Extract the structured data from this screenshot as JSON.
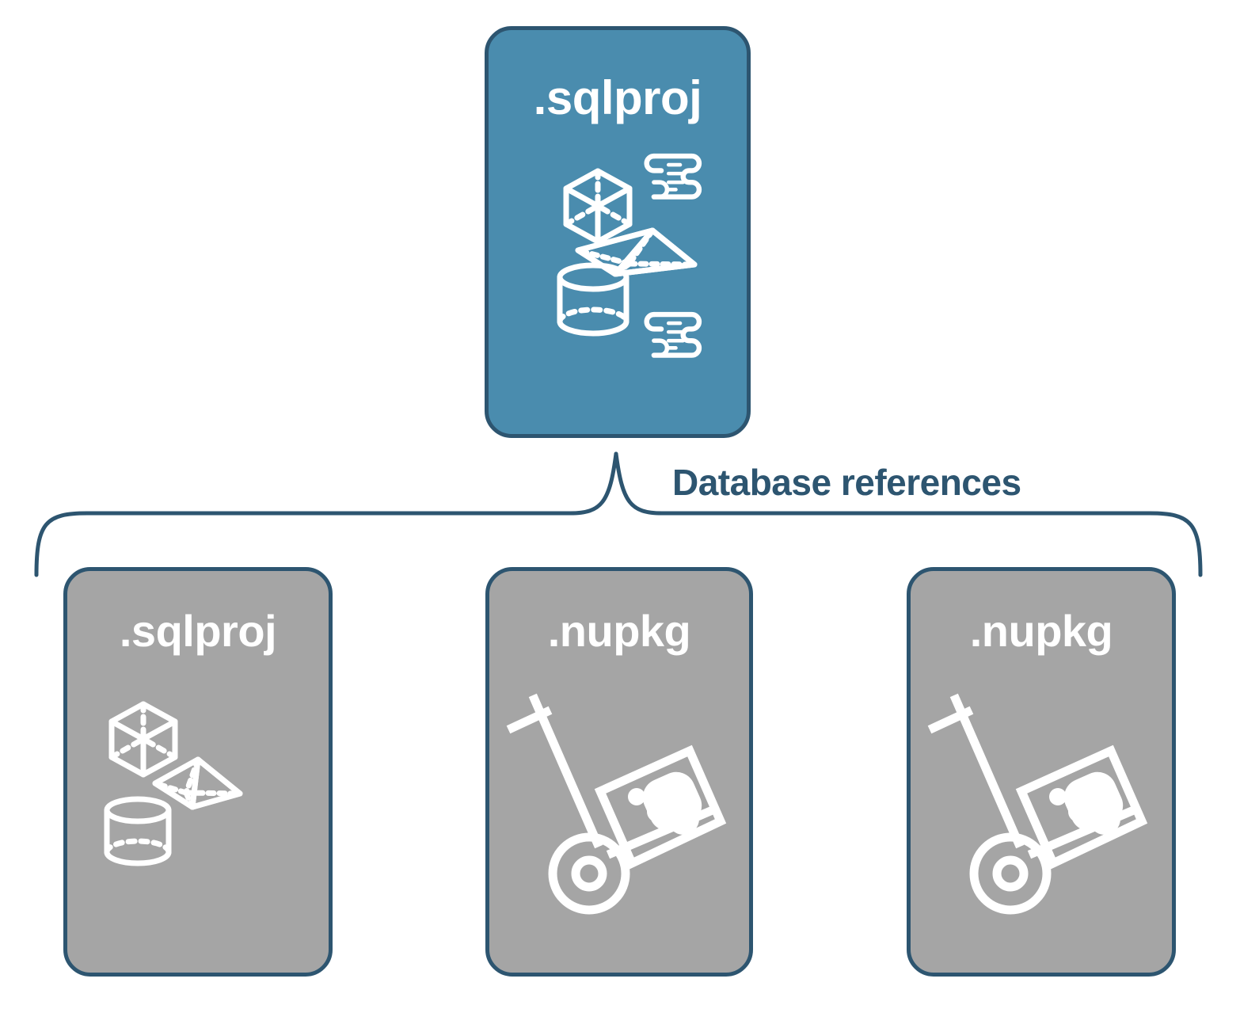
{
  "diagram": {
    "title": "Database references",
    "colors": {
      "primary_fill": "#4a8cae",
      "secondary_fill": "#a5a5a5",
      "border": "#2d5570",
      "label_text": "#2d5570",
      "node_text": "#ffffff",
      "background": "#ffffff"
    },
    "connector": {
      "label": "Database references",
      "style": "curly-brace",
      "name": "database-references-brace"
    },
    "root": {
      "label": ".sqlproj",
      "kind": "sqlproj",
      "icons": [
        "cube-icon",
        "scroll-icon",
        "pyramid-icon",
        "cylinder-icon",
        "scroll-icon"
      ]
    },
    "children": [
      {
        "label": ".sqlproj",
        "kind": "sqlproj",
        "icons": [
          "cube-icon",
          "pyramid-icon",
          "cylinder-icon"
        ]
      },
      {
        "label": ".nupkg",
        "kind": "nupkg",
        "icons": [
          "hand-truck-package-icon"
        ]
      },
      {
        "label": ".nupkg",
        "kind": "nupkg",
        "icons": [
          "hand-truck-package-icon"
        ]
      }
    ]
  }
}
